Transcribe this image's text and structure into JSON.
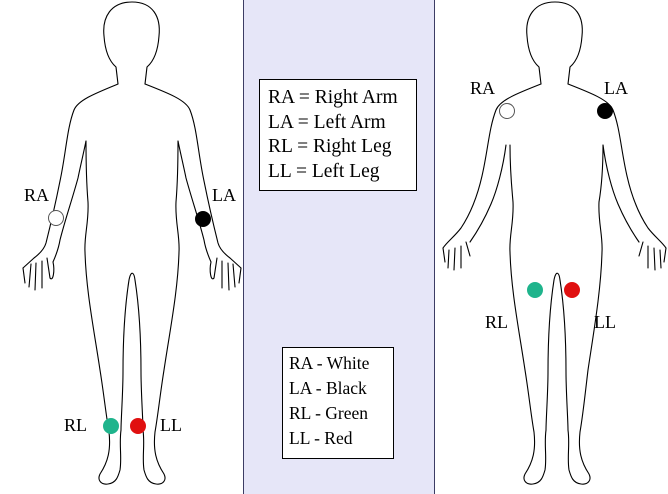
{
  "legend_abbrev": [
    "RA = Right Arm",
    "LA = Left Arm",
    "RL = Right Leg",
    "LL = Left Leg"
  ],
  "legend_colors": [
    "RA - White",
    "LA - Black",
    "RL - Green",
    "LL - Red"
  ],
  "left_figure": {
    "labels": {
      "ra": "RA",
      "la": "LA",
      "rl": "RL",
      "ll": "LL"
    }
  },
  "right_figure": {
    "labels": {
      "ra": "RA",
      "la": "LA",
      "rl": "RL",
      "ll": "LL"
    }
  },
  "colors": {
    "ra": "#ffffff",
    "la": "#000000",
    "rl": "#1fb48c",
    "ll": "#e01010",
    "panel": "#e6e6f8"
  }
}
